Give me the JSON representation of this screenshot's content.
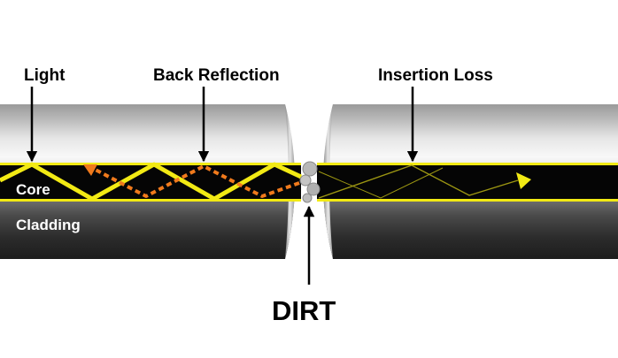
{
  "labels": {
    "light": "Light",
    "back_reflection": "Back Reflection",
    "insertion_loss": "Insertion Loss",
    "core": "Core",
    "cladding": "Cladding",
    "dirt": "DIRT"
  },
  "colors": {
    "core_fill": "#050505",
    "light_ray": "#f2ea14",
    "reflection": "#f07a1c",
    "lost_ray": "#9c9612",
    "dirt": "#b8b8b8",
    "arrow": "#000000"
  }
}
